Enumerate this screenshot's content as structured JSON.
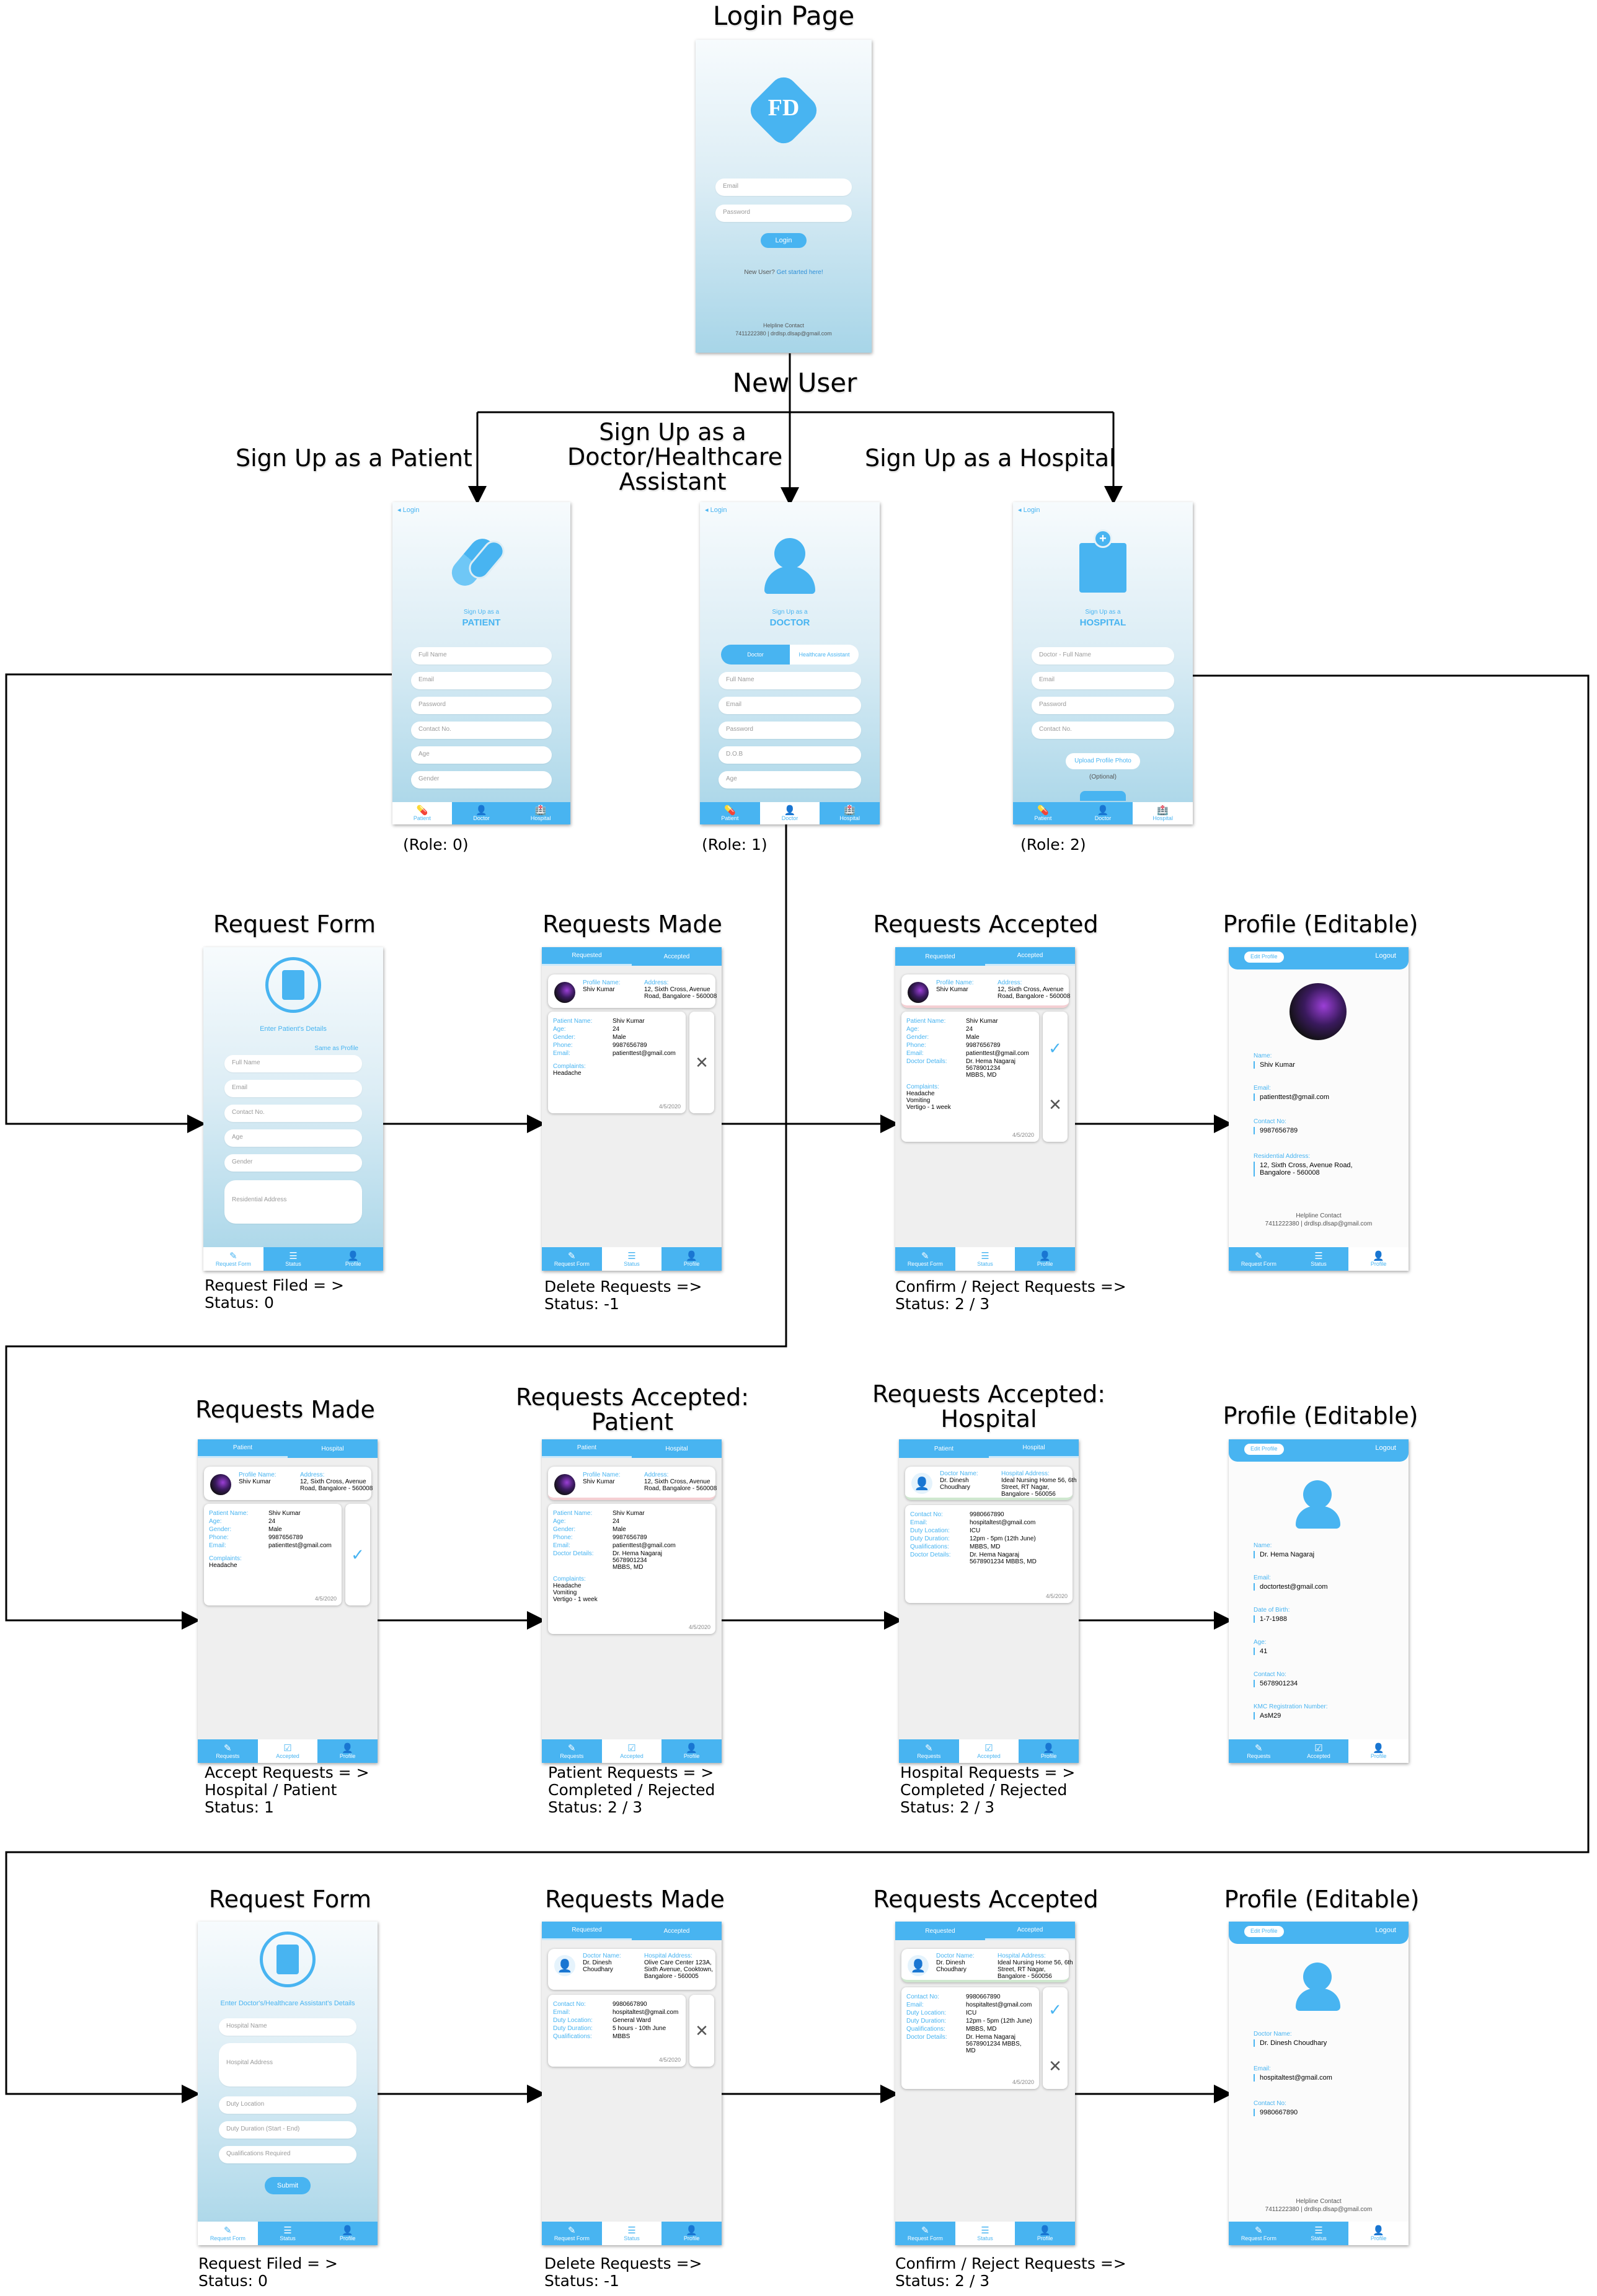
{
  "titles": {
    "login": "Login Page",
    "new_user": "New  User",
    "signup_patient": "Sign Up as a Patient",
    "signup_doctor": "Sign Up as a Doctor/Healthcare Assistant",
    "signup_doctor_l1": "Sign Up as a",
    "signup_doctor_l2": "Doctor/Healthcare",
    "signup_doctor_l3": "Assistant",
    "signup_hospital": "Sign Up as a Hospital",
    "r1_request_form": "Request Form",
    "r1_requests_made": "Requests Made",
    "r1_requests_accepted": "Requests Accepted",
    "r1_profile": "Profile (Editable)",
    "r2_requests_made": "Requests Made",
    "r2_acc_patient_l1": "Requests Accepted:",
    "r2_acc_patient_l2": "Patient",
    "r2_acc_hospital_l1": "Requests Accepted:",
    "r2_acc_hospital_l2": "Hospital",
    "r2_profile": "Profile (Editable)",
    "r3_request_form": "Request Form",
    "r3_requests_made": "Requests Made",
    "r3_requests_accepted": "Requests Accepted",
    "r3_profile": "Profile (Editable)"
  },
  "roles": {
    "patient": "(Role: 0)",
    "doctor": "(Role: 1)",
    "hospital": "(Role: 2)"
  },
  "captions": {
    "r1c1": [
      "Request Filed = >",
      "Status: 0"
    ],
    "r1c2": [
      "Delete Requests =>",
      "Status: -1"
    ],
    "r1c3": [
      "Confirm / Reject Requests =>",
      "Status: 2 / 3"
    ],
    "r2c1": [
      "Accept Requests = >",
      "Hospital / Patient",
      "Status: 1"
    ],
    "r2c2": [
      "Patient Requests = >",
      "Completed / Rejected",
      "Status: 2 / 3"
    ],
    "r2c3": [
      "Hospital Requests = >",
      "Completed / Rejected",
      "Status: 2 / 3"
    ],
    "r3c1": [
      "Request Filed = >",
      "Status: 0"
    ],
    "r3c2": [
      "Delete Requests =>",
      "Status: -1"
    ],
    "r3c3": [
      "Confirm / Reject Requests =>",
      "Status: 2 / 3"
    ]
  },
  "login": {
    "logo": "FD",
    "email": "Email",
    "password": "Password",
    "button": "Login",
    "new_user": "New User?",
    "get_started": "Get started here!",
    "helpline": "Helpline Contact",
    "helpline_info": "7411222380 | drdlsp.dlsap@gmail.com"
  },
  "signup": {
    "back": "◂ Login",
    "sub": "Sign Up as a",
    "patient": "PATIENT",
    "doctor": "DOCTOR",
    "hospital": "HOSPITAL",
    "patient_fields": [
      "Full Name",
      "Email",
      "Password",
      "Contact No.",
      "Age",
      "Gender"
    ],
    "doctor_toggle": [
      "Doctor",
      "Healthcare Assistant"
    ],
    "doctor_fields": [
      "Full Name",
      "Email",
      "Password",
      "D.O.B",
      "Age"
    ],
    "hospital_fields": [
      "Doctor - Full Name",
      "Email",
      "Password",
      "Contact No."
    ],
    "upload": "Upload Profile Photo",
    "optional": "(Optional)",
    "nav": [
      "Patient",
      "Doctor",
      "Hospital"
    ]
  },
  "tabs": {
    "requested": "Requested",
    "accepted": "Accepted",
    "patient": "Patient",
    "hospital": "Hospital"
  },
  "nav": {
    "request_form": "Request Form",
    "status": "Status",
    "profile": "Profile",
    "requests": "Requests",
    "accepted": "Accepted"
  },
  "form": {
    "patient_title": "Enter Patient's Details",
    "same_as_profile": "Same as Profile",
    "patient_fields": [
      "Full Name",
      "Email",
      "Contact No.",
      "Age",
      "Gender"
    ],
    "address": "Residential Address",
    "doctor_title": "Enter Doctor's/Healthcare Assistant's Details",
    "doctor_fields": [
      "Hospital Name"
    ],
    "hospital_address": "Hospital Address",
    "doctor_fields2": [
      "Duty Location",
      "Duty Duration (Start - End)",
      "Qualifications Required"
    ],
    "submit": "Submit"
  },
  "patient_card": {
    "profile_label": "Profile Name:",
    "profile_name": "Shiv Kumar",
    "address_label": "Address:",
    "address": "12, Sixth Cross, Avenue Road, Bangalore - 560008",
    "fields": [
      [
        "Patient Name:",
        "Shiv Kumar"
      ],
      [
        "Age:",
        "24"
      ],
      [
        "Gender:",
        "Male"
      ],
      [
        "Phone:",
        "9987656789"
      ],
      [
        "Email:",
        "patienttest@gmail.com"
      ]
    ],
    "doctor_details_label": "Doctor Details:",
    "doctor_details": [
      "Dr. Hema Nagaraj",
      "5678901234",
      "MBBS, MD"
    ],
    "complaints_label": "Complaints:",
    "complaints": "Headache",
    "complaints_long": [
      "Headache",
      "Vomiting",
      "Vertigo - 1 week"
    ],
    "date": "4/5/2020"
  },
  "hospital_card": {
    "doctor_label": "Doctor Name:",
    "doctor_name": "Dr. Dinesh Choudhary",
    "address_label": "Hospital Address:",
    "address": "Ideal Nursing Home 56, 6th Street, RT Nagar, Bangalore - 560056",
    "fields": [
      [
        "Contact No:",
        "9980667890"
      ],
      [
        "Email:",
        "hospitaltest@gmail.com"
      ],
      [
        "Duty Location:",
        "ICU"
      ],
      [
        "Duty Duration:",
        "12pm - 5pm (12th June)"
      ],
      [
        "Qualifications:",
        "MBBS, MD"
      ],
      [
        "Doctor Details:",
        "Dr. Hema Nagaraj 5678901234 MBBS, MD"
      ]
    ],
    "date": "4/5/2020"
  },
  "hospital_made": {
    "doctor_label": "Doctor Name:",
    "doctor_name": "Dr. Dinesh Choudhary",
    "address_label": "Hospital Address:",
    "address": "Olive Care Center 123A, Sixth Avenue, Cooktown, Bangalore - 560005",
    "fields": [
      [
        "Contact No:",
        "9980667890"
      ],
      [
        "Email:",
        "hospitaltest@gmail.com"
      ],
      [
        "Duty Location:",
        "General Ward"
      ],
      [
        "Duty Duration:",
        "5 hours - 10th June"
      ],
      [
        "Qualifications:",
        "MBBS"
      ]
    ],
    "date": "4/5/2020"
  },
  "profile": {
    "edit": "Edit Profile",
    "logout": "Logout",
    "patient": [
      [
        "Name:",
        "Shiv Kumar"
      ],
      [
        "Email:",
        "patienttest@gmail.com"
      ],
      [
        "Contact No:",
        "9987656789"
      ],
      [
        "Residential Address:",
        "12, Sixth Cross, Avenue Road, Bangalore - 560008"
      ]
    ],
    "doctor": [
      [
        "Name:",
        "Dr. Hema Nagaraj"
      ],
      [
        "Email:",
        "doctortest@gmail.com"
      ],
      [
        "Date of Birth:",
        "1-7-1988"
      ],
      [
        "Age:",
        "41"
      ],
      [
        "Contact No:",
        "5678901234"
      ],
      [
        "KMC Registration Number:",
        "AsM29"
      ]
    ],
    "hospital": [
      [
        "Doctor Name:",
        "Dr. Dinesh Choudhary"
      ],
      [
        "Email:",
        "hospitaltest@gmail.com"
      ],
      [
        "Contact No:",
        "9980667890"
      ]
    ],
    "helpline": "Helpline Contact",
    "helpline_info": "7411222380 | drdlsp.dlsap@gmail.com"
  }
}
